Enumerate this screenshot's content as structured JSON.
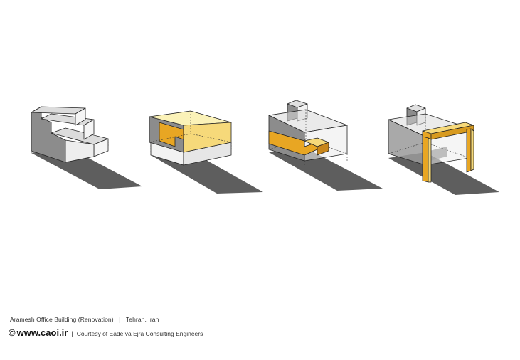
{
  "caption": {
    "project": "Aramesh Office Building (Renovation)",
    "separator": "|",
    "location": "Tehran, Iran"
  },
  "credit": {
    "symbol": "©",
    "site": "www.caoi.ir",
    "separator": "|",
    "courtesy": "Courtesy of Eade va Ejra Consulting Engineers"
  },
  "colors": {
    "shadow": "#5e5e5e",
    "mass_dark": "#8c8c8c",
    "mass_mid": "#b9b9b9",
    "mass_light": "#dcdcdc",
    "accent": "#e8a623",
    "accent_light": "#f6d97a",
    "accent_pale": "#fbf2b8",
    "outline": "#222222"
  }
}
